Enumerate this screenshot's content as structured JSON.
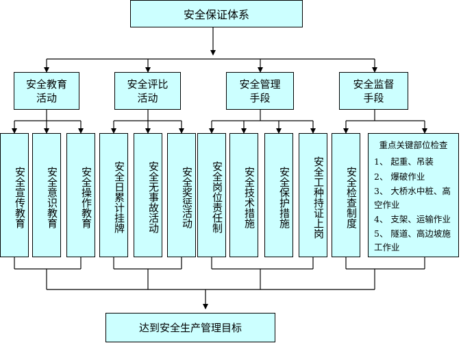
{
  "title": "安全保证体系",
  "categories": [
    {
      "label": "安全教育\n活动",
      "items": [
        "安全宣传教育",
        "安全意识教育",
        "安全操作教育"
      ]
    },
    {
      "label": "安全评比\n活动",
      "items": [
        "安全日累计挂牌",
        "安全无事故活动",
        "安全奖惩活动"
      ]
    },
    {
      "label": "安全管理\n手段",
      "items": [
        "安全岗位责任制",
        "安全技术措施",
        "安全保护措施",
        "安全工种持证上岗"
      ]
    },
    {
      "label": "安全监督\n手段",
      "items": [
        "安全检查制度"
      ]
    }
  ],
  "inspection": {
    "title": "重点关键部位检查",
    "items": [
      "1、 起重、吊装",
      "2、 爆破作业",
      "3、 大桥水中桩、高\n     空作业",
      "4、 支架、运输作业",
      "5、 隧道、高边坡施\n     工作业"
    ]
  },
  "goal": "达到安全生产管理目标"
}
